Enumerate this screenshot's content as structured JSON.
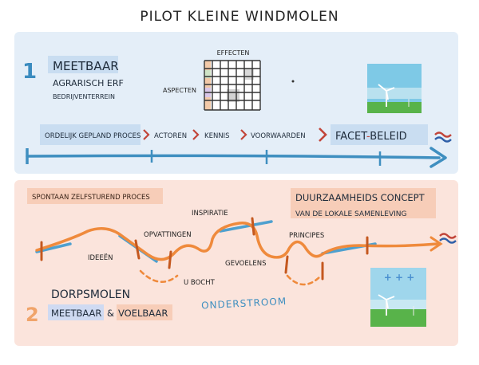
{
  "title": "PILOT KLEINE WINDMOLEN",
  "section1": {
    "number": "1",
    "heading": "MEETBAAR",
    "sub1": "AGRARISCH ERF",
    "sub2": "BEDRIJVENTERREIN",
    "grid_top_label": "EFFECTEN",
    "grid_side_label": "ASPECTEN",
    "steps": [
      "ORDELIJK GEPLAND PROCES",
      "ACTOREN",
      "KENNIS",
      "VOORWAARDEN"
    ],
    "facet_left": "FACET",
    "facet_right": "BELEID"
  },
  "section2": {
    "number": "2",
    "process": "SPONTAAN ZELFSTUREND PROCES",
    "concept_title": "DUURZAAMHEIDS CONCEPT",
    "concept_sub": "VAN DE LOKALE SAMENLEVING",
    "labels": {
      "inspiratie": "INSPIRATIE",
      "opvattingen": "OPVATTINGEN",
      "principes": "PRINCIPES",
      "ideeen": "IDEEËN",
      "gevoelens": "GEVOELENS",
      "ubocht": "U BOCHT",
      "onderstroom": "ONDERSTROOM"
    },
    "heading": "DORPSMOLEN",
    "tag_left": "MEETBAAR",
    "amp": "&",
    "tag_right": "VOELBAAR",
    "plus_signs": "+ + +"
  },
  "colors": {
    "panel_blue": "#e4eef8",
    "panel_pink": "#fbe4dc",
    "blue_line": "#3f8fc0",
    "orange_line": "#ef8a3c",
    "number_blue": "#3a8bbf",
    "number_orange": "#f0a46a",
    "red_chevron": "#c2453a"
  }
}
